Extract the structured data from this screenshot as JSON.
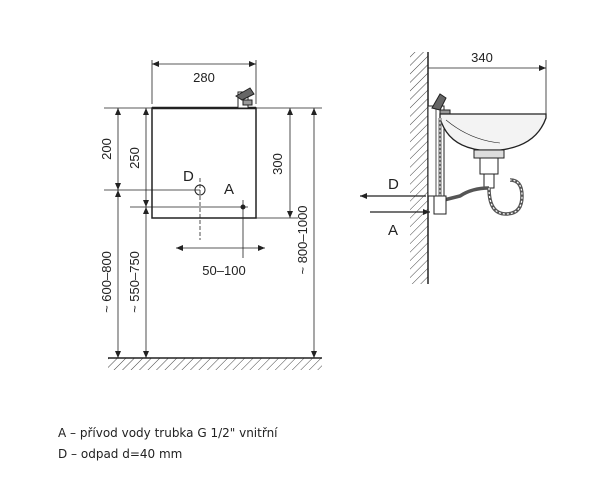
{
  "front_view": {
    "width_dim": "280",
    "dim_200": "200",
    "dim_250": "250",
    "dim_300": "300",
    "outlet_offset_dim": "50–100",
    "floor_to_supply": "~ 600–800",
    "floor_to_outlet": "~ 550–750",
    "floor_to_top": "~ 800–1000",
    "label_d": "D",
    "label_a": "A"
  },
  "side_view": {
    "depth_dim": "340",
    "label_d": "D",
    "label_a": "A"
  },
  "legend": {
    "line_a": "A – přívod vody trubka G 1/2\" vnitřní",
    "line_d": "D – odpad d=40 mm"
  }
}
